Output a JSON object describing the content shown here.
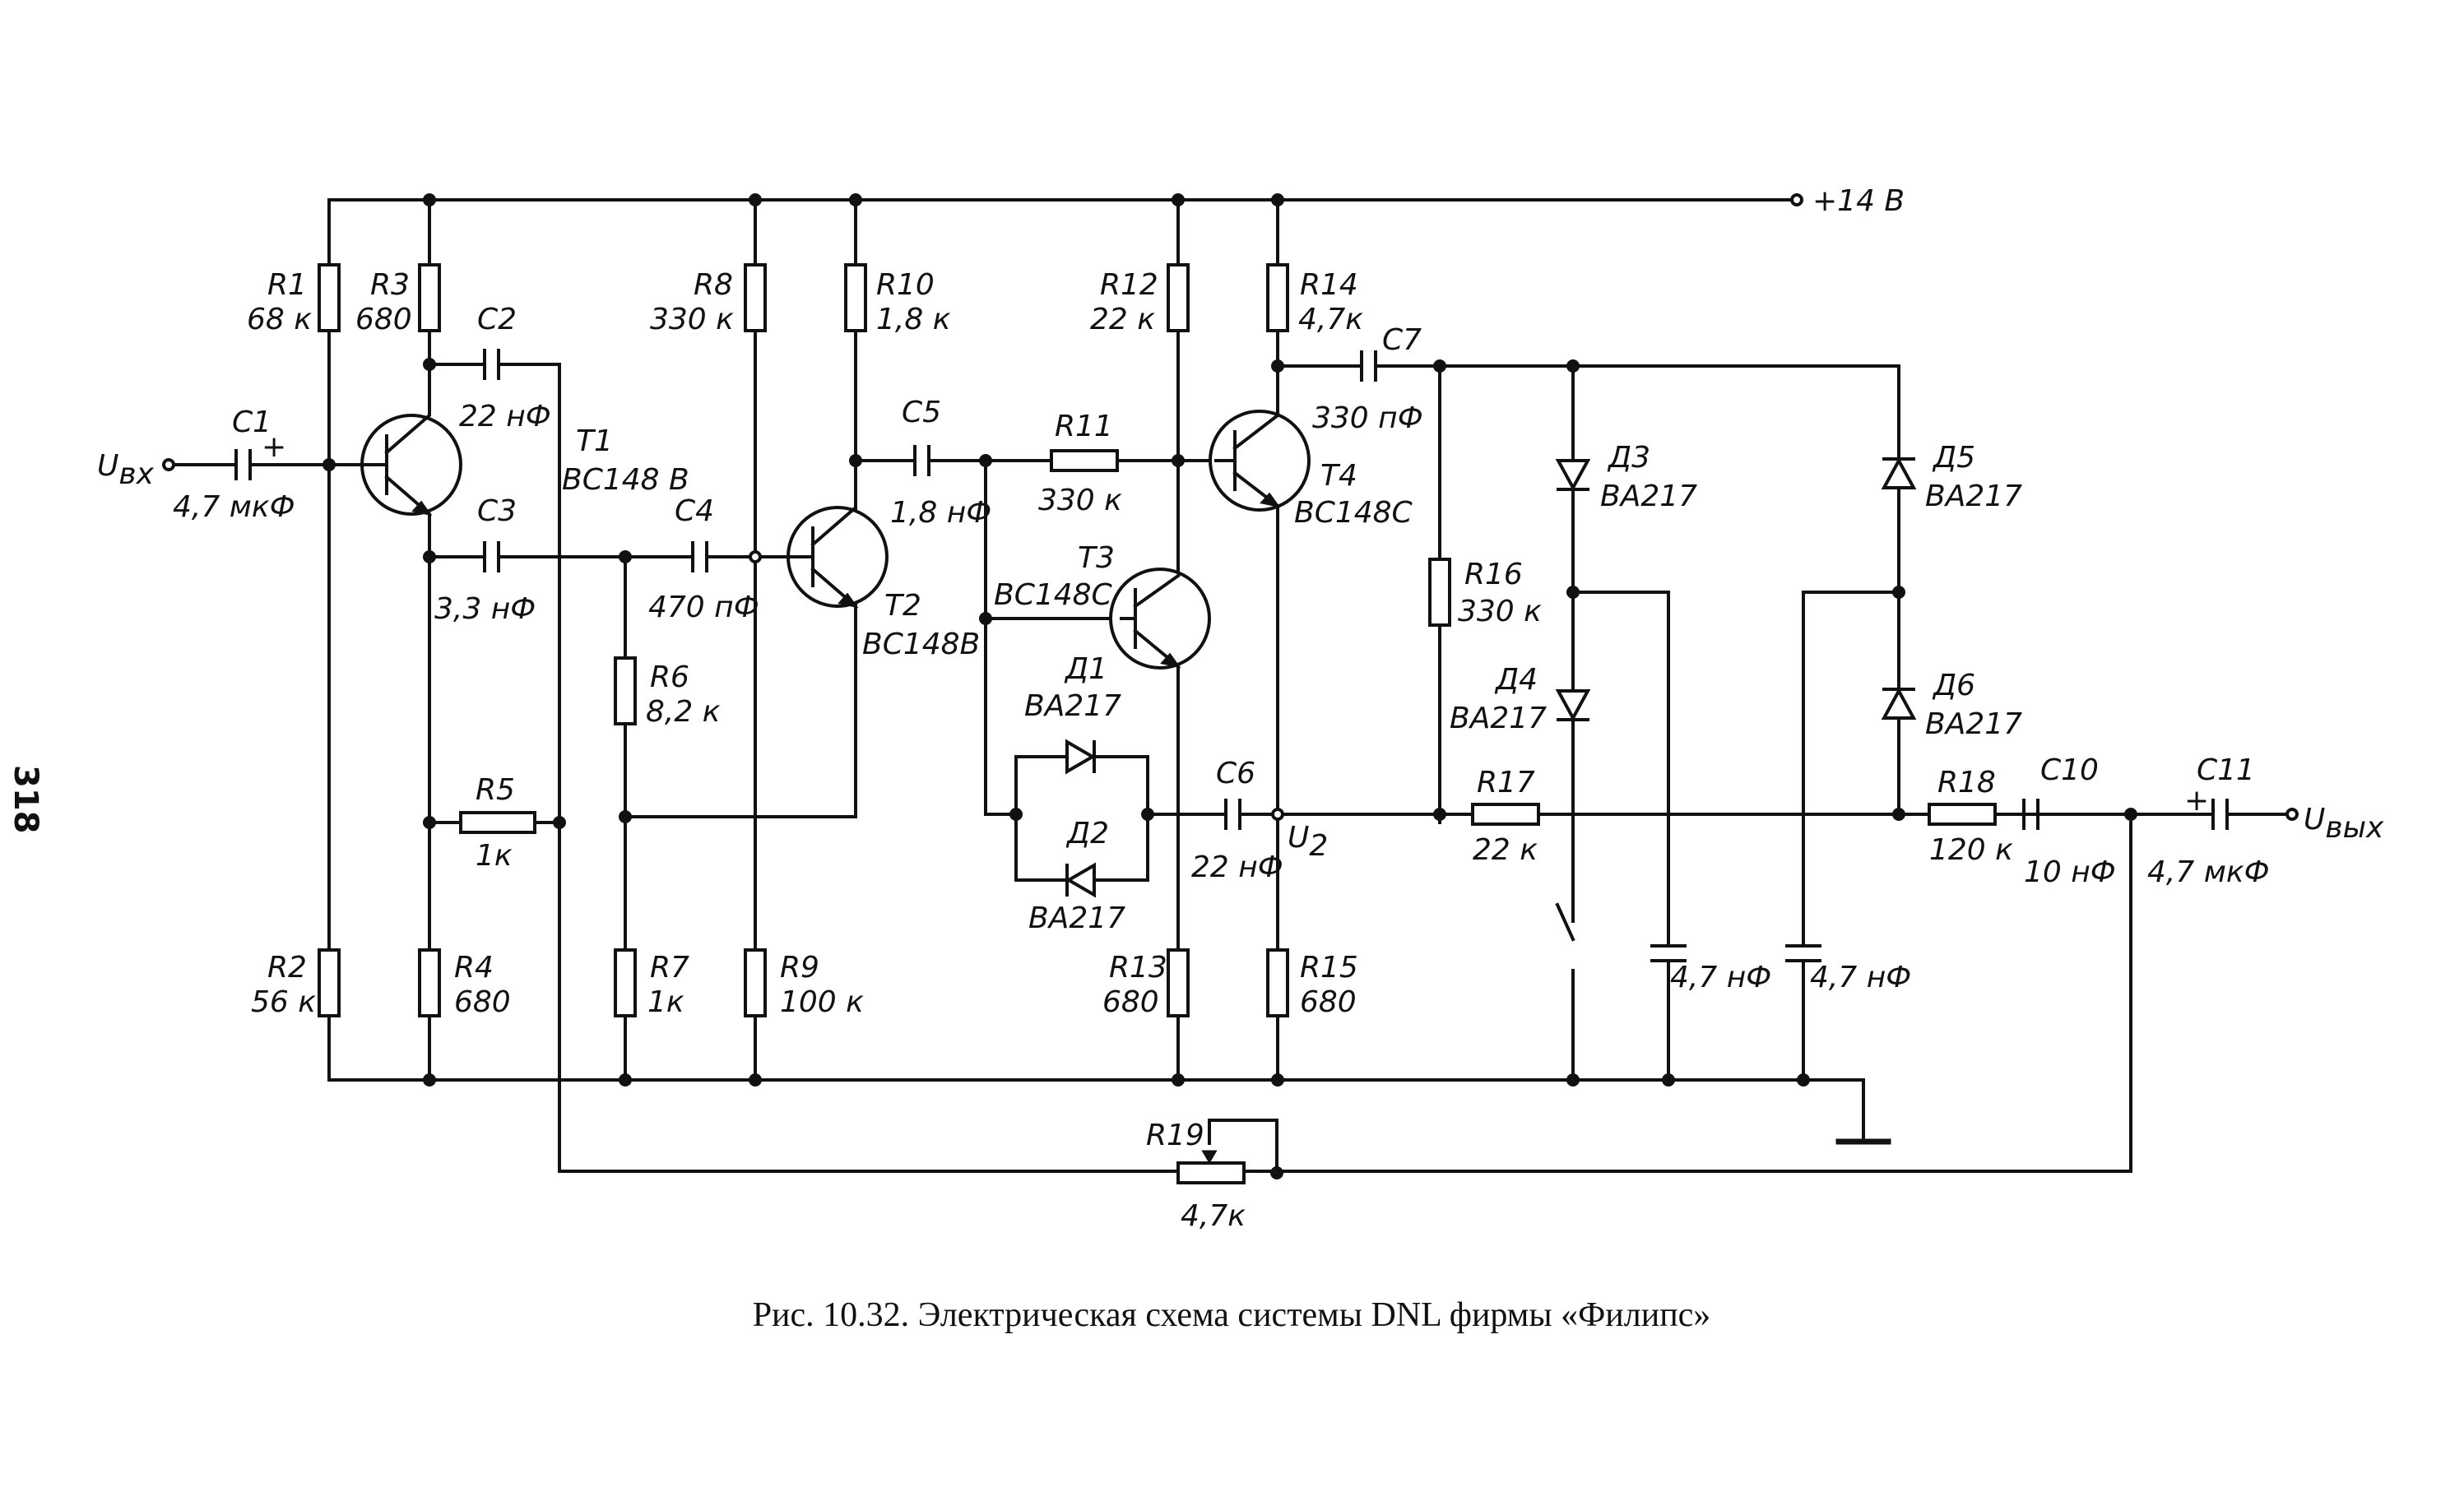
{
  "page_number": "318",
  "caption": "Рис. 10.32. Электрическая схема системы DNL фирмы «Филипс»",
  "terminals": {
    "input": "U",
    "input_sub": "вх",
    "output": "U",
    "output_sub": "вых",
    "supply": "+14 В",
    "node_u2": "U",
    "node_u2_sub": "2"
  },
  "resistors": [
    {
      "id": "r1",
      "ref": "R1",
      "value": "68 к"
    },
    {
      "id": "r3",
      "ref": "R3",
      "value": "680"
    },
    {
      "id": "r8",
      "ref": "R8",
      "value": "330 к"
    },
    {
      "id": "r10",
      "ref": "R10",
      "value": "1,8 к"
    },
    {
      "id": "r12",
      "ref": "R12",
      "value": "22 к"
    },
    {
      "id": "r14",
      "ref": "R14",
      "value": "4,7к"
    },
    {
      "id": "r6",
      "ref": "R6",
      "value": "8,2 к"
    },
    {
      "id": "r11",
      "ref": "R11",
      "value": "330 к"
    },
    {
      "id": "r16",
      "ref": "R16",
      "value": "330 к"
    },
    {
      "id": "r5",
      "ref": "R5",
      "value": "1к"
    },
    {
      "id": "r17",
      "ref": "R17",
      "value": "22 к"
    },
    {
      "id": "r18",
      "ref": "R18",
      "value": "120 к"
    },
    {
      "id": "r2",
      "ref": "R2",
      "value": "56 к"
    },
    {
      "id": "r4",
      "ref": "R4",
      "value": "680"
    },
    {
      "id": "r7",
      "ref": "R7",
      "value": "1к"
    },
    {
      "id": "r9",
      "ref": "R9",
      "value": "100 к"
    },
    {
      "id": "r13",
      "ref": "R13",
      "value": "680"
    },
    {
      "id": "r15",
      "ref": "R15",
      "value": "680"
    },
    {
      "id": "r19",
      "ref": "R19",
      "value": "4,7к"
    }
  ],
  "capacitors": [
    {
      "id": "c1",
      "ref": "C1",
      "value": "4,7 мкФ",
      "polarized": "+"
    },
    {
      "id": "c2",
      "ref": "C2",
      "value": "22 нФ"
    },
    {
      "id": "c3",
      "ref": "C3",
      "value": "3,3 нФ"
    },
    {
      "id": "c4",
      "ref": "C4",
      "value": "470 пФ"
    },
    {
      "id": "c5",
      "ref": "C5",
      "value": "1,8 нФ"
    },
    {
      "id": "c6",
      "ref": "C6",
      "value": "22 нФ"
    },
    {
      "id": "c7",
      "ref": "C7",
      "value": "330 пФ"
    },
    {
      "id": "c8",
      "ref": "",
      "value": "4,7 нФ"
    },
    {
      "id": "c9",
      "ref": "",
      "value": "4,7 нФ"
    },
    {
      "id": "c10",
      "ref": "C10",
      "value": "10 нФ"
    },
    {
      "id": "c11",
      "ref": "C11",
      "value": "4,7 мкФ",
      "polarized": "+"
    }
  ],
  "transistors": [
    {
      "id": "t1",
      "ref": "T1",
      "type": "BC148 B"
    },
    {
      "id": "t2",
      "ref": "T2",
      "type": "BC148B"
    },
    {
      "id": "t3",
      "ref": "T3",
      "type": "BC148C"
    },
    {
      "id": "t4",
      "ref": "T4",
      "type": "BC148C"
    }
  ],
  "diodes": [
    {
      "id": "d1",
      "ref": "Д1",
      "type": "BA217"
    },
    {
      "id": "d2",
      "ref": "Д2",
      "type": "BA217"
    },
    {
      "id": "d3",
      "ref": "Д3",
      "type": "BA217"
    },
    {
      "id": "d4",
      "ref": "Д4",
      "type": "BA217"
    },
    {
      "id": "d5",
      "ref": "Д5",
      "type": "BA217"
    },
    {
      "id": "d6",
      "ref": "Д6",
      "type": "BA217"
    }
  ]
}
